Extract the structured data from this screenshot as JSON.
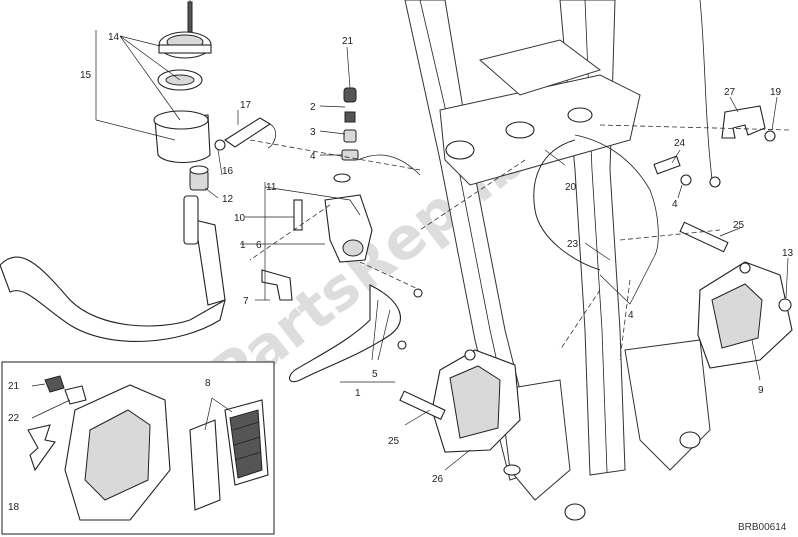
{
  "watermark": "PartsRepublik",
  "diagram_code": "BRB00614",
  "callouts": {
    "c14": "14",
    "c15": "15",
    "c17": "17",
    "c16": "16",
    "c12": "12",
    "c21a": "21",
    "c2": "2",
    "c3": "3",
    "c4a": "4",
    "c11": "11",
    "c10": "10",
    "c1a": "1",
    "c6": "6",
    "c7": "7",
    "c5": "5",
    "c1b": "1",
    "c21b": "21",
    "c22": "22",
    "c18": "18",
    "c8": "8",
    "c25a": "25",
    "c26": "26",
    "c20": "20",
    "c23": "23",
    "c24": "24",
    "c4b": "4",
    "c4c": "4",
    "c27": "27",
    "c19": "19",
    "c25b": "25",
    "c13": "13",
    "c9": "9"
  },
  "icons": {
    "reservoir": "reservoir-icon",
    "master_cylinder": "master-cylinder-icon",
    "lever": "brake-lever-icon",
    "caliper": "brake-caliper-icon",
    "pads": "brake-pad-icon",
    "hose": "brake-hose-icon",
    "fork": "front-fork-icon"
  }
}
